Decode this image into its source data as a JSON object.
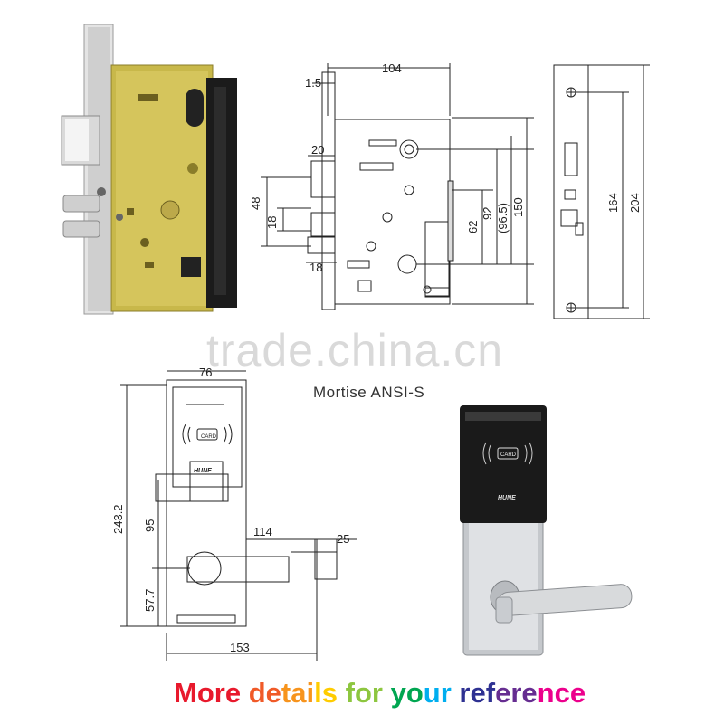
{
  "caption": "Mortise ANSI-S",
  "watermark": "trade.china.cn",
  "tagline": "More details for your reference",
  "brand": "HUNE",
  "card_label": "CARD",
  "mortise_dims": {
    "top_offset": "1.5",
    "width": "104",
    "d20": "20",
    "d48": "48",
    "d18a": "18",
    "d18b": "18",
    "d62": "62",
    "d92": "92",
    "d96": "(96.5)",
    "d150": "150",
    "d164": "164",
    "d204": "204"
  },
  "lock_dims": {
    "top": "76",
    "height": "243.2",
    "lever_height": "95",
    "lever_len": "114",
    "lever_end": "25",
    "bottom": "57.7",
    "total": "153"
  },
  "colors": {
    "tagline": [
      "#e8192c",
      "#f05a28",
      "#f7941d",
      "#ffcc00",
      "#8dc63f",
      "#00a651",
      "#00aeef",
      "#2e3192",
      "#662d91",
      "#ec008c"
    ]
  }
}
